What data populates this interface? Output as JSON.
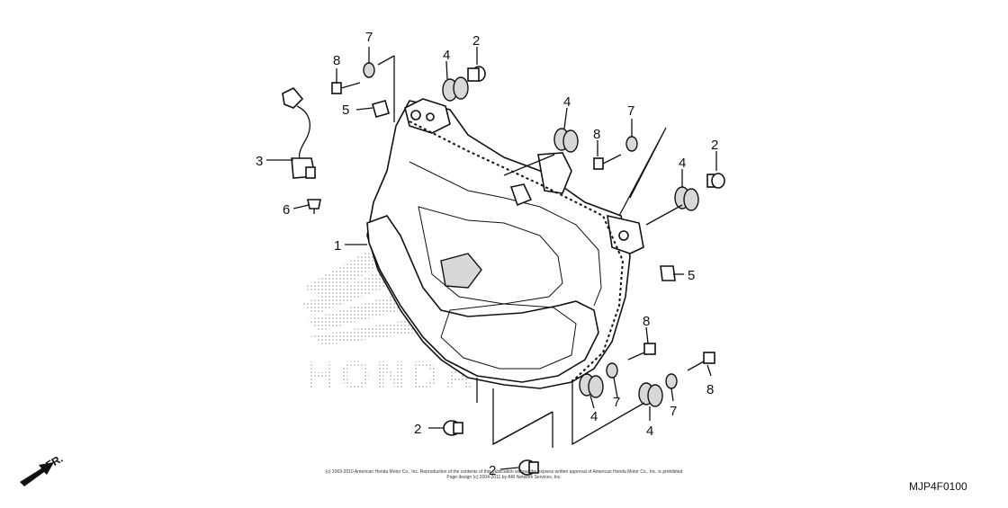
{
  "diagram": {
    "diagram_code": "MJP4F0100",
    "front_label": "FR.",
    "watermark_text": "HONDA",
    "copyright_line_1": "(c) 2003-2010 American Honda Motor Co., Inc. Reproduction of the contents of this publication without the express written approval of American Honda Motor Co., Inc. is prohibited",
    "copyright_line_2": "Page design (c) 2004-2011 by ARI Network Services, Inc.",
    "callouts": [
      {
        "id": "c1",
        "number": "1"
      },
      {
        "id": "c2a",
        "number": "2"
      },
      {
        "id": "c2b",
        "number": "2"
      },
      {
        "id": "c2c",
        "number": "2"
      },
      {
        "id": "c2d",
        "number": "2"
      },
      {
        "id": "c3",
        "number": "3"
      },
      {
        "id": "c4a",
        "number": "4"
      },
      {
        "id": "c4b",
        "number": "4"
      },
      {
        "id": "c4c",
        "number": "4"
      },
      {
        "id": "c4d",
        "number": "4"
      },
      {
        "id": "c4e",
        "number": "4"
      },
      {
        "id": "c5a",
        "number": "5"
      },
      {
        "id": "c5b",
        "number": "5"
      },
      {
        "id": "c6",
        "number": "6"
      },
      {
        "id": "c7a",
        "number": "7"
      },
      {
        "id": "c7b",
        "number": "7"
      },
      {
        "id": "c7c",
        "number": "7"
      },
      {
        "id": "c7d",
        "number": "7"
      },
      {
        "id": "c8a",
        "number": "8"
      },
      {
        "id": "c8b",
        "number": "8"
      },
      {
        "id": "c8c",
        "number": "8"
      },
      {
        "id": "c8d",
        "number": "8"
      }
    ]
  }
}
